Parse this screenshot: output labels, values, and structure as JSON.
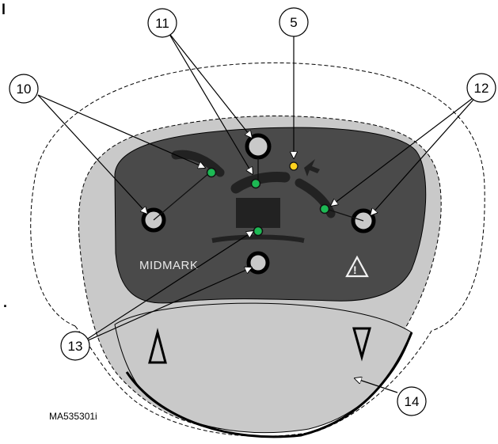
{
  "edge_text": {
    "top_left": "l",
    "mid_left": "."
  },
  "panel": {
    "brand": "MIDMARK"
  },
  "callouts": {
    "c5": "5",
    "c10": "10",
    "c11": "11",
    "c12": "12",
    "c13": "13",
    "c14": "14"
  },
  "figure_code": "MA535301i",
  "colors": {
    "outer_shell": "#ffffff",
    "bezel": "#c9c9c9",
    "panel": "#4a4a4a",
    "lever": "#222222",
    "led_green": "#1db954",
    "led_yellow": "#ffd21f"
  }
}
